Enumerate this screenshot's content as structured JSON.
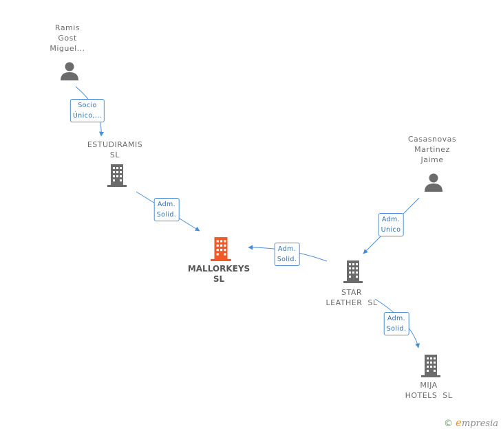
{
  "nodes": {
    "ramis": {
      "lines": [
        "Ramis",
        "Gost",
        "Miguel..."
      ]
    },
    "estudiramis": {
      "lines": [
        "ESTUDIRAMIS",
        "SL"
      ]
    },
    "casasnovas": {
      "lines": [
        "Casasnovas",
        "Martinez",
        "Jaime"
      ]
    },
    "mallorkeys": {
      "lines": [
        "MALLORKEYS",
        "SL"
      ]
    },
    "star": {
      "lines": [
        "STAR",
        "LEATHER  SL"
      ]
    },
    "mija": {
      "lines": [
        "MIJA",
        "HOTELS  SL"
      ]
    }
  },
  "edges": {
    "socio": {
      "lines": [
        "Socio",
        "Único,..."
      ]
    },
    "adm1": {
      "lines": [
        "Adm.",
        "Solid."
      ]
    },
    "adm_unico": {
      "lines": [
        "Adm.",
        "Unico"
      ]
    },
    "adm2": {
      "lines": [
        "Adm.",
        "Solid."
      ]
    },
    "adm3": {
      "lines": [
        "Adm.",
        "Solid."
      ]
    }
  },
  "colors": {
    "person": "#6b6b6b",
    "company": "#6b6b6b",
    "focus": "#f05a28",
    "edge": "#4a8fd6"
  },
  "brand": {
    "copyright": "©",
    "initial": "e",
    "name": "mpresia"
  }
}
